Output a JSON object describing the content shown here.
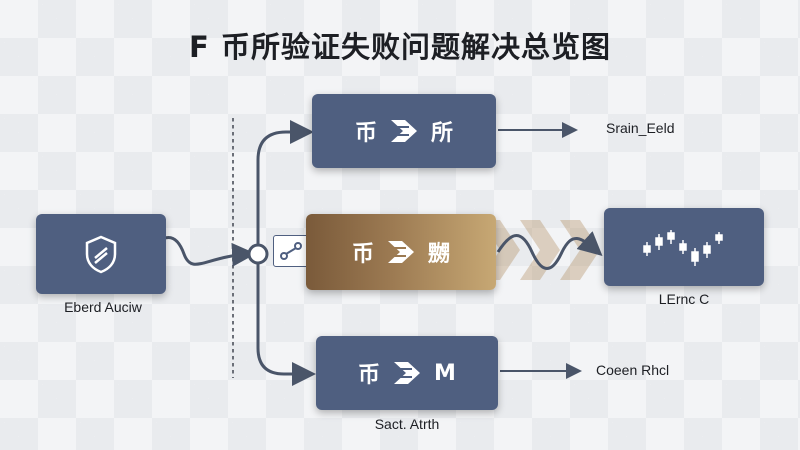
{
  "title": "F 币所验证失败问题解决总览图",
  "source": {
    "label": "Eberd Auciw",
    "icon": "shield-icon"
  },
  "nodes": {
    "top": {
      "text_left": "币",
      "text_right": "所"
    },
    "middle": {
      "text_left": "币",
      "text_right": "嬲"
    },
    "bottom": {
      "text_left": "币",
      "text_right": "M"
    }
  },
  "labels": {
    "top_output": "Srain_Eeld",
    "bottom_output": "Coeen Rhcl",
    "bottom_node": "Sact. Atrth",
    "result": "LErnc C"
  },
  "colors": {
    "node": "#4f5f80",
    "accent_gold": "#c7a874",
    "line": "#4a5569"
  }
}
